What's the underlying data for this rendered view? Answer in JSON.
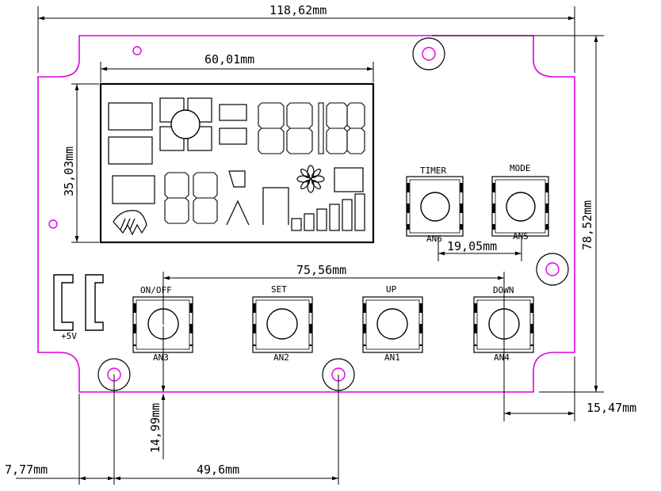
{
  "dimensions": {
    "total_width": "118,62mm",
    "lcd_width": "60,01mm",
    "lcd_height": "35,03mm",
    "total_height": "78,52mm",
    "button_spacing_small": "19,05mm",
    "button_spacing_large": "75,56mm",
    "right_offset": "15,47mm",
    "left_offset": "7,77mm",
    "bottom_offset": "14,99mm",
    "hole_spacing": "49,6mm"
  },
  "buttons": {
    "timer": {
      "label": "TIMER",
      "ref": "AN6"
    },
    "mode": {
      "label": "MODE",
      "ref": "AN5"
    },
    "onoff": {
      "label": "ON/OFF",
      "ref": "AN3"
    },
    "set": {
      "label": "SET",
      "ref": "AN2"
    },
    "up": {
      "label": "UP",
      "ref": "AN1"
    },
    "down": {
      "label": "DOWN",
      "ref": "AN4"
    }
  },
  "connector": {
    "label": "+5V"
  },
  "colors": {
    "board_outline": "#e000e0",
    "line": "#000000"
  }
}
